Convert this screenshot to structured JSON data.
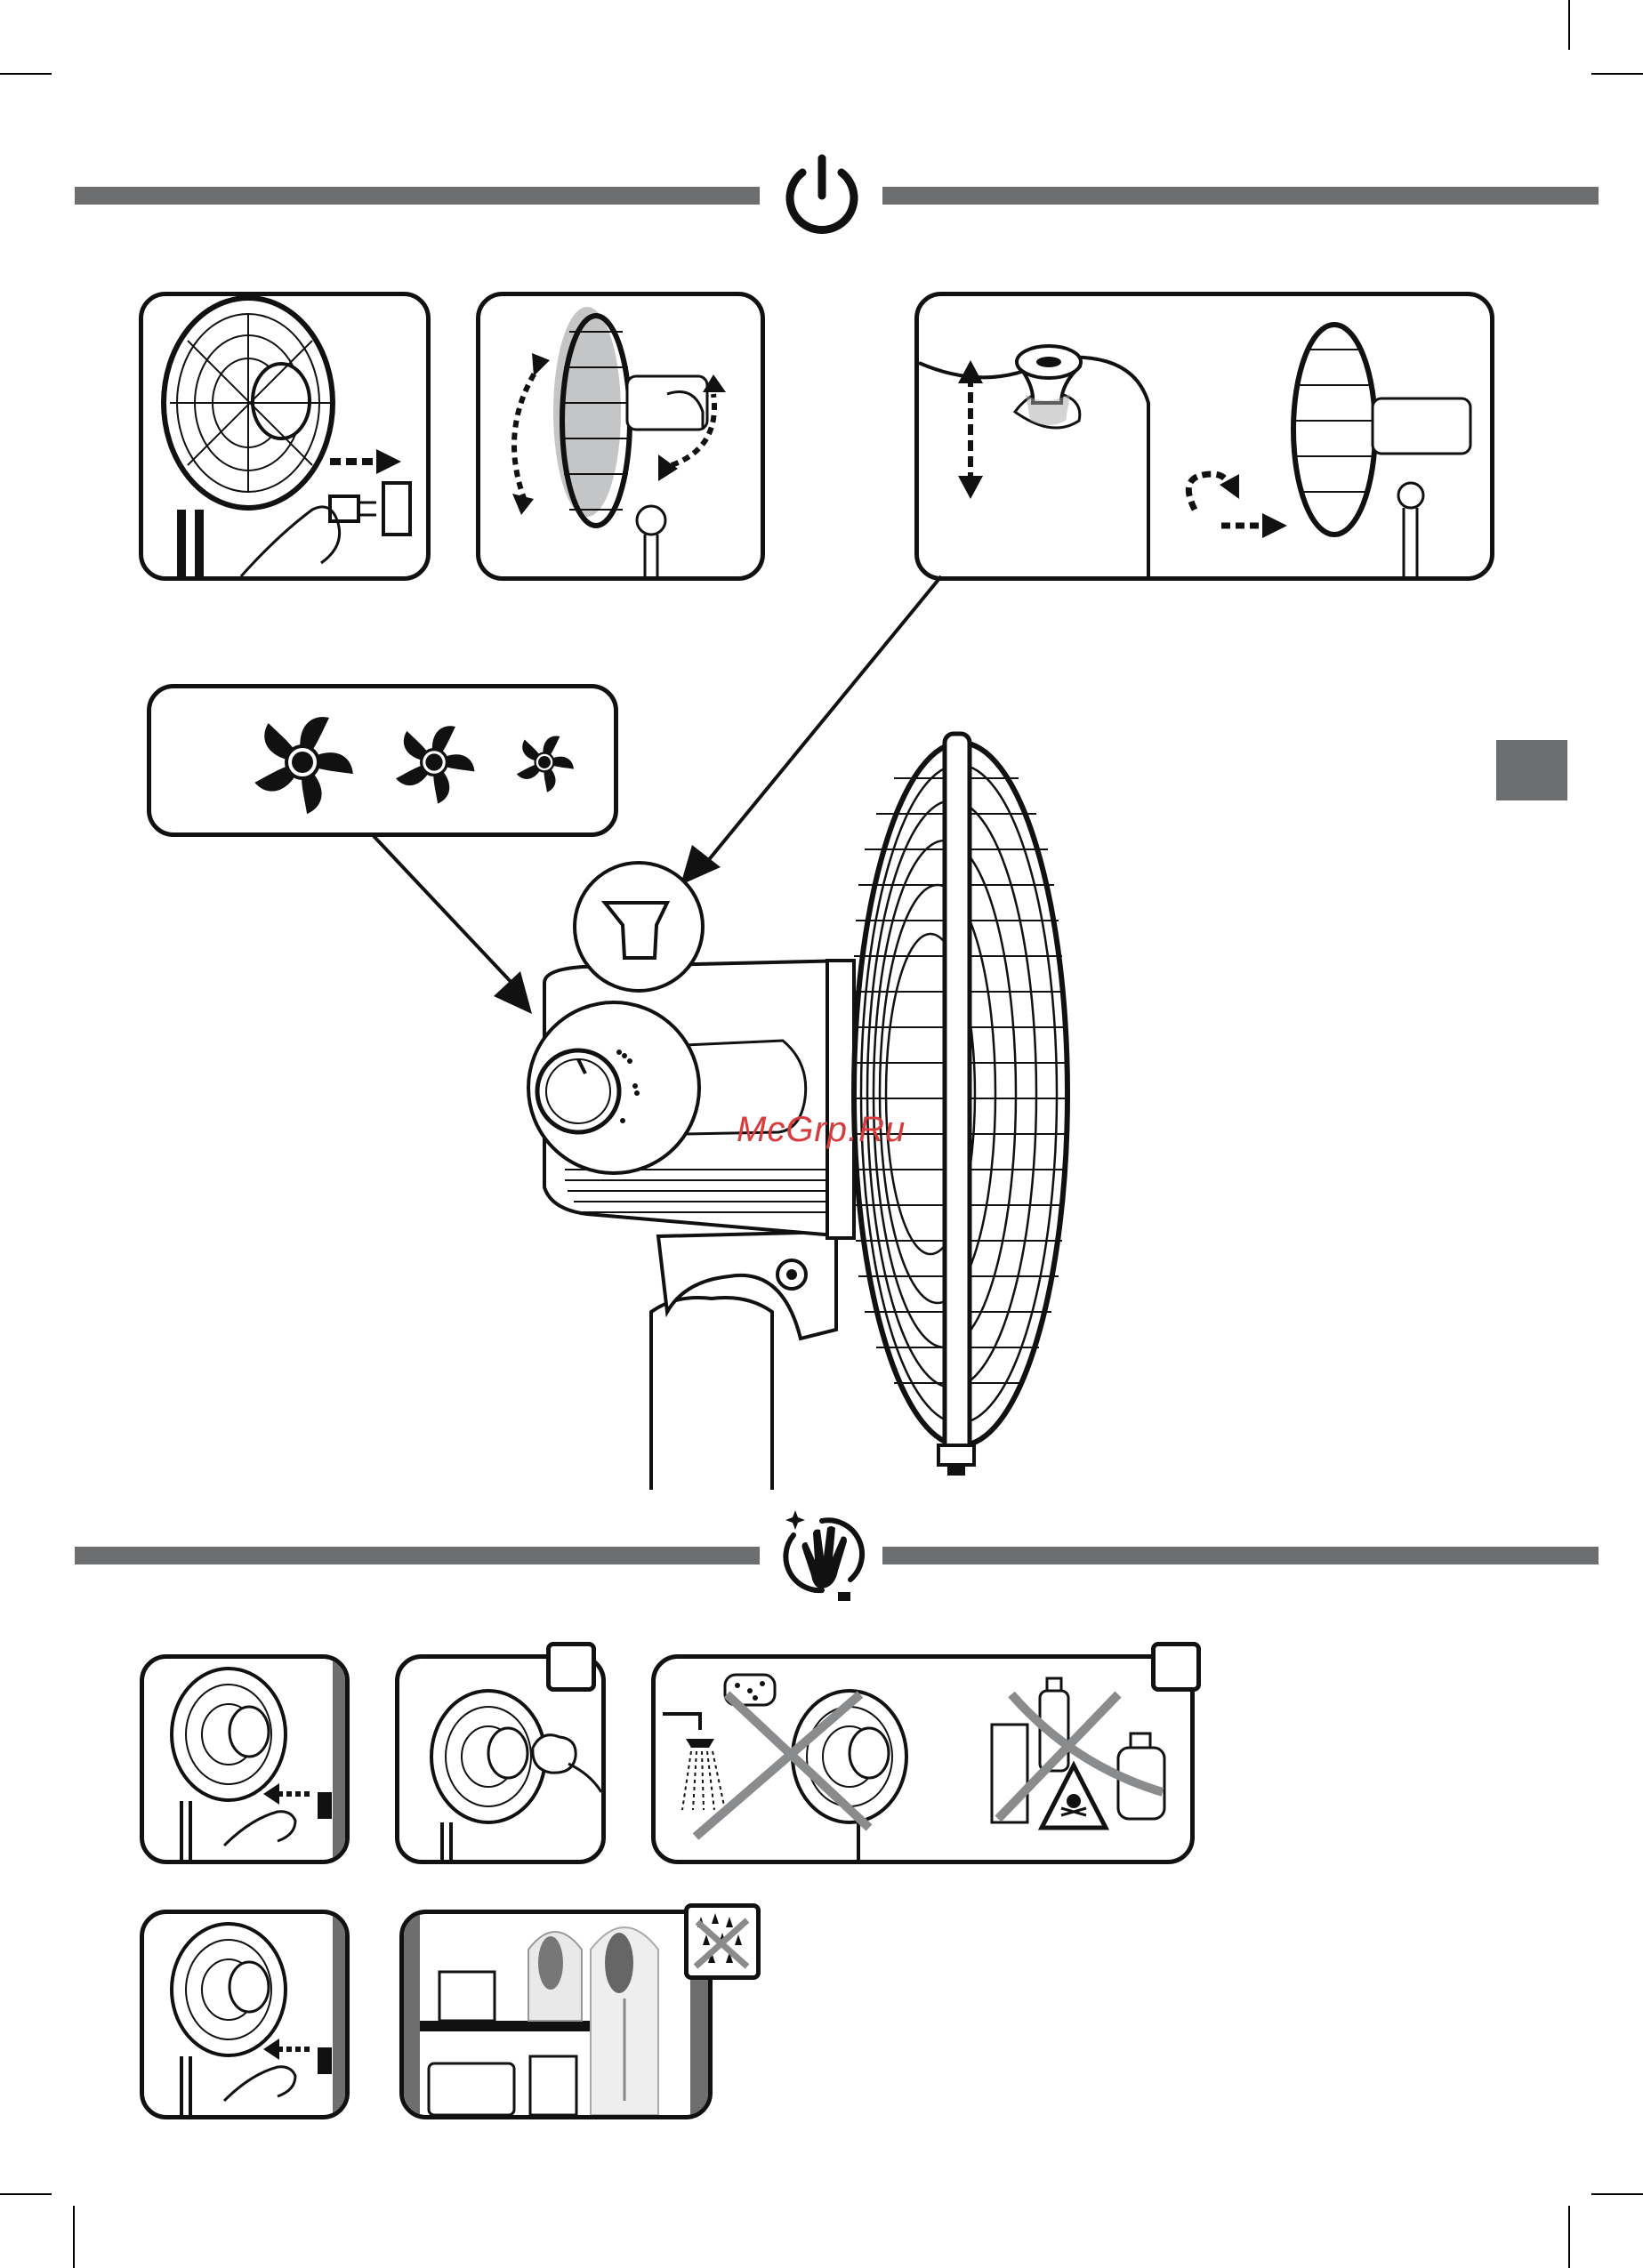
{
  "page": {
    "sections": [
      {
        "id": "operation",
        "icon": "power-icon"
      },
      {
        "id": "maintenance",
        "icon": "cleaning-hand-icon"
      }
    ],
    "watermark": "McGrp.Ru",
    "colors": {
      "rule": "#6d6e70",
      "ink": "#111111",
      "watermark": "#d83b3b"
    }
  },
  "operation": {
    "steps": [
      {
        "icon": "plug-in-icon"
      },
      {
        "icon": "tilt-head-icon"
      },
      {
        "icon": "oscillation-knob-icon"
      },
      {
        "icon": "speed-settings-icon"
      }
    ],
    "speed_levels": 3
  },
  "maintenance": {
    "steps": [
      {
        "icon": "unplug-icon"
      },
      {
        "icon": "wipe-cloth-icon"
      },
      {
        "icon": "no-water-no-chemicals-icon"
      },
      {
        "icon": "unplug-icon"
      },
      {
        "icon": "store-covered-icon"
      }
    ]
  }
}
